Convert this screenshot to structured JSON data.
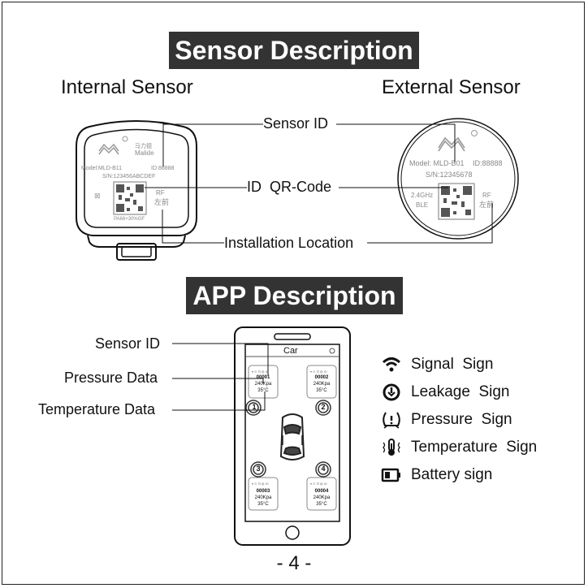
{
  "sensor_section": {
    "title": "Sensor Description",
    "internal_title": "Internal Sensor",
    "external_title": "External Sensor",
    "callouts": {
      "sensor_id": "Sensor ID",
      "qr_code": "ID  QR-Code",
      "installation": "Installation Location"
    },
    "internal_sensor": {
      "brand_cn": "马力德",
      "brand_en": "Malide",
      "model": "Model:MLD-B11",
      "id": "ID:88888",
      "sn": "S/N:123456ABCDEF",
      "rf": "RF",
      "location": "左前",
      "material": "PA66+30%GF"
    },
    "external_sensor": {
      "model": "Model: MLD-B01",
      "id": "ID:88888",
      "sn": "S/N:12345678",
      "freq": "2.4GHz",
      "ble": "BLE",
      "rf": "RF",
      "location": "左前"
    }
  },
  "app_section": {
    "title": "APP Description",
    "callouts": {
      "sensor_id": "Sensor ID",
      "pressure": "Pressure Data",
      "temperature": "Temperature Data"
    },
    "phone": {
      "header": "Car",
      "tires": [
        {
          "id": "00001",
          "pressure": "240Kpa",
          "temp": "35°C",
          "num": "1"
        },
        {
          "id": "00002",
          "pressure": "240Kpa",
          "temp": "35°C",
          "num": "2"
        },
        {
          "id": "00003",
          "pressure": "240Kpa",
          "temp": "35°C",
          "num": "3"
        },
        {
          "id": "00004",
          "pressure": "240Kpa",
          "temp": "35°C",
          "num": "4"
        }
      ]
    },
    "legend": [
      {
        "icon": "wifi-signal-icon",
        "label": "Signal  Sign"
      },
      {
        "icon": "leakage-icon",
        "label": "Leakage  Sign"
      },
      {
        "icon": "tire-pressure-icon",
        "label": "Pressure  Sign"
      },
      {
        "icon": "thermometer-icon",
        "label": "Temperature  Sign"
      },
      {
        "icon": "battery-icon",
        "label": "Battery sign"
      }
    ]
  },
  "page_number": "- 4 -"
}
